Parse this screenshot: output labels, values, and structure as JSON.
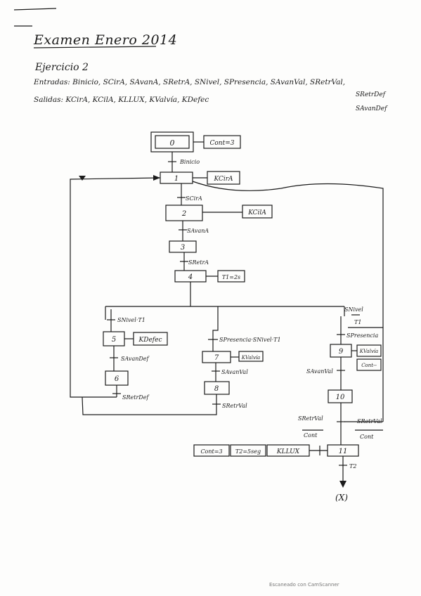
{
  "header": {
    "title": "Examen Enero 2014",
    "subtitle": "Ejercicio 2",
    "inputs": "Entradas: Binicio, SCirA, SAvanA, SRetrA, SNivel, SPresencia, SAvanVal, SRetrVal,",
    "outputs": "Salidas: KCirA, KCilA, KLLUX, KValvía, KDefec",
    "inputs_extra_1": "SRetrDef",
    "inputs_extra_2": "SAvanDef"
  },
  "steps": {
    "s0": "0",
    "s1": "1",
    "s2": "2",
    "s3": "3",
    "s4": "4",
    "s5": "5",
    "s6": "6",
    "s7": "7",
    "s8": "8",
    "s9": "9",
    "s10": "10",
    "s11": "11"
  },
  "actions": {
    "a0": "Cont=3",
    "a1": "KCirA",
    "a2": "KCilA",
    "a4": "T1=2s",
    "a5": "KDefec",
    "a7": "KValvía",
    "a9a": "KValvía",
    "a9b": "Cont--",
    "a11a": "Cont=3",
    "a11b": "T2=5seg",
    "a11c": "KLLUX"
  },
  "transitions": {
    "t0_1": "Binicio",
    "t1_2": "SCirA",
    "t2_3": "SAvanA",
    "t3_4": "SRetrA",
    "t4_5": "SNivel·T1",
    "t5_6": "SAvanDef",
    "t6_1": "SRetrDef",
    "t4_7": "SPresencia·SNivel·T1",
    "t7_8": "SAvanVal",
    "t8_1": "SRetrVal",
    "t4_9_a": "SNivel",
    "t4_9_b": "T1",
    "t4_9_c": "SPresencia",
    "t9_10": "SAvanVal",
    "t10_11_left_a": "SRetrVal",
    "t10_11_left_b": "Cont",
    "t10_11_right_a": "SRetrVal",
    "t10_11_right_b": "Cont",
    "t11_x": "T2"
  },
  "end_label": "(X)",
  "footer": "Escaneado con CamScanner"
}
